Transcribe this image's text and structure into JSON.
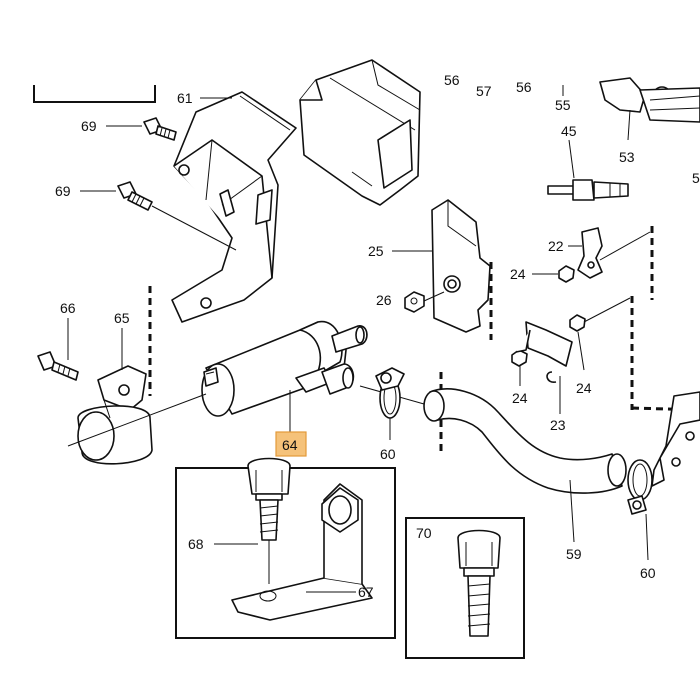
{
  "diagram": {
    "labels": {
      "l61": "61",
      "l69a": "69",
      "l69b": "69",
      "l66": "66",
      "l65": "65",
      "l56a": "56",
      "l57": "57",
      "l56b": "56",
      "l55": "55",
      "l45": "45",
      "l53": "53",
      "l5": "5",
      "l25": "25",
      "l26": "26",
      "l22": "22",
      "l24a": "24",
      "l24b": "24",
      "l24c": "24",
      "l23": "23",
      "l64": "64",
      "l60a": "60",
      "l60b": "60",
      "l59": "59",
      "l68": "68",
      "l67": "67",
      "l70": "70"
    },
    "highlight_color": "#f5c27a",
    "highlight_border": "#e39a3a"
  }
}
